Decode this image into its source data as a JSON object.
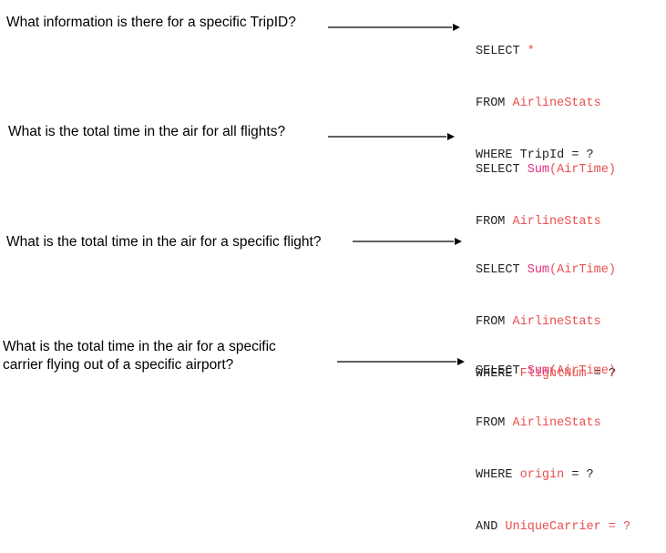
{
  "rows": [
    {
      "question": [
        "What information is there for a specific TripID?"
      ],
      "sql": [
        {
          "kw": "SELECT",
          "val": "*",
          "rest": ""
        },
        {
          "kw": "FROM",
          "val": "AirlineStats",
          "rest": ""
        },
        {
          "kw": "WHERE",
          "plain": "TripId",
          "rest": " = ?"
        }
      ]
    },
    {
      "question": [
        "What is the total time in the air for all flights?"
      ],
      "sql": [
        {
          "kw": "SELECT",
          "func": "Sum",
          "arg": "(AirTime)"
        },
        {
          "kw": "FROM",
          "val": "AirlineStats"
        }
      ]
    },
    {
      "question": [
        "What is the total time in the air for a specific flight?"
      ],
      "sql": [
        {
          "kw": "SELECT",
          "func": "Sum",
          "arg": "(AirTime)"
        },
        {
          "kw": "FROM",
          "val": "AirlineStats"
        },
        {
          "kw": "WHERE",
          "val": "FlightNum",
          "rest": " = ?"
        }
      ]
    },
    {
      "question": [
        "What is the total time in the air for a specific",
        "carrier flying out of a specific airport?"
      ],
      "sql": [
        {
          "kw": "SELECT",
          "func": "Sum",
          "arg": "(AirTime)"
        },
        {
          "kw": "FROM",
          "val": "AirlineStats"
        },
        {
          "kw": "WHERE",
          "val": "origin",
          "rest": " = ?"
        },
        {
          "kw": "AND",
          "val": "UniqueCarrier = ?"
        }
      ]
    }
  ],
  "colors": {
    "keyword": "#222222",
    "identifier": "#e8504f",
    "function": "#e0307d",
    "arrow": "#000000"
  }
}
